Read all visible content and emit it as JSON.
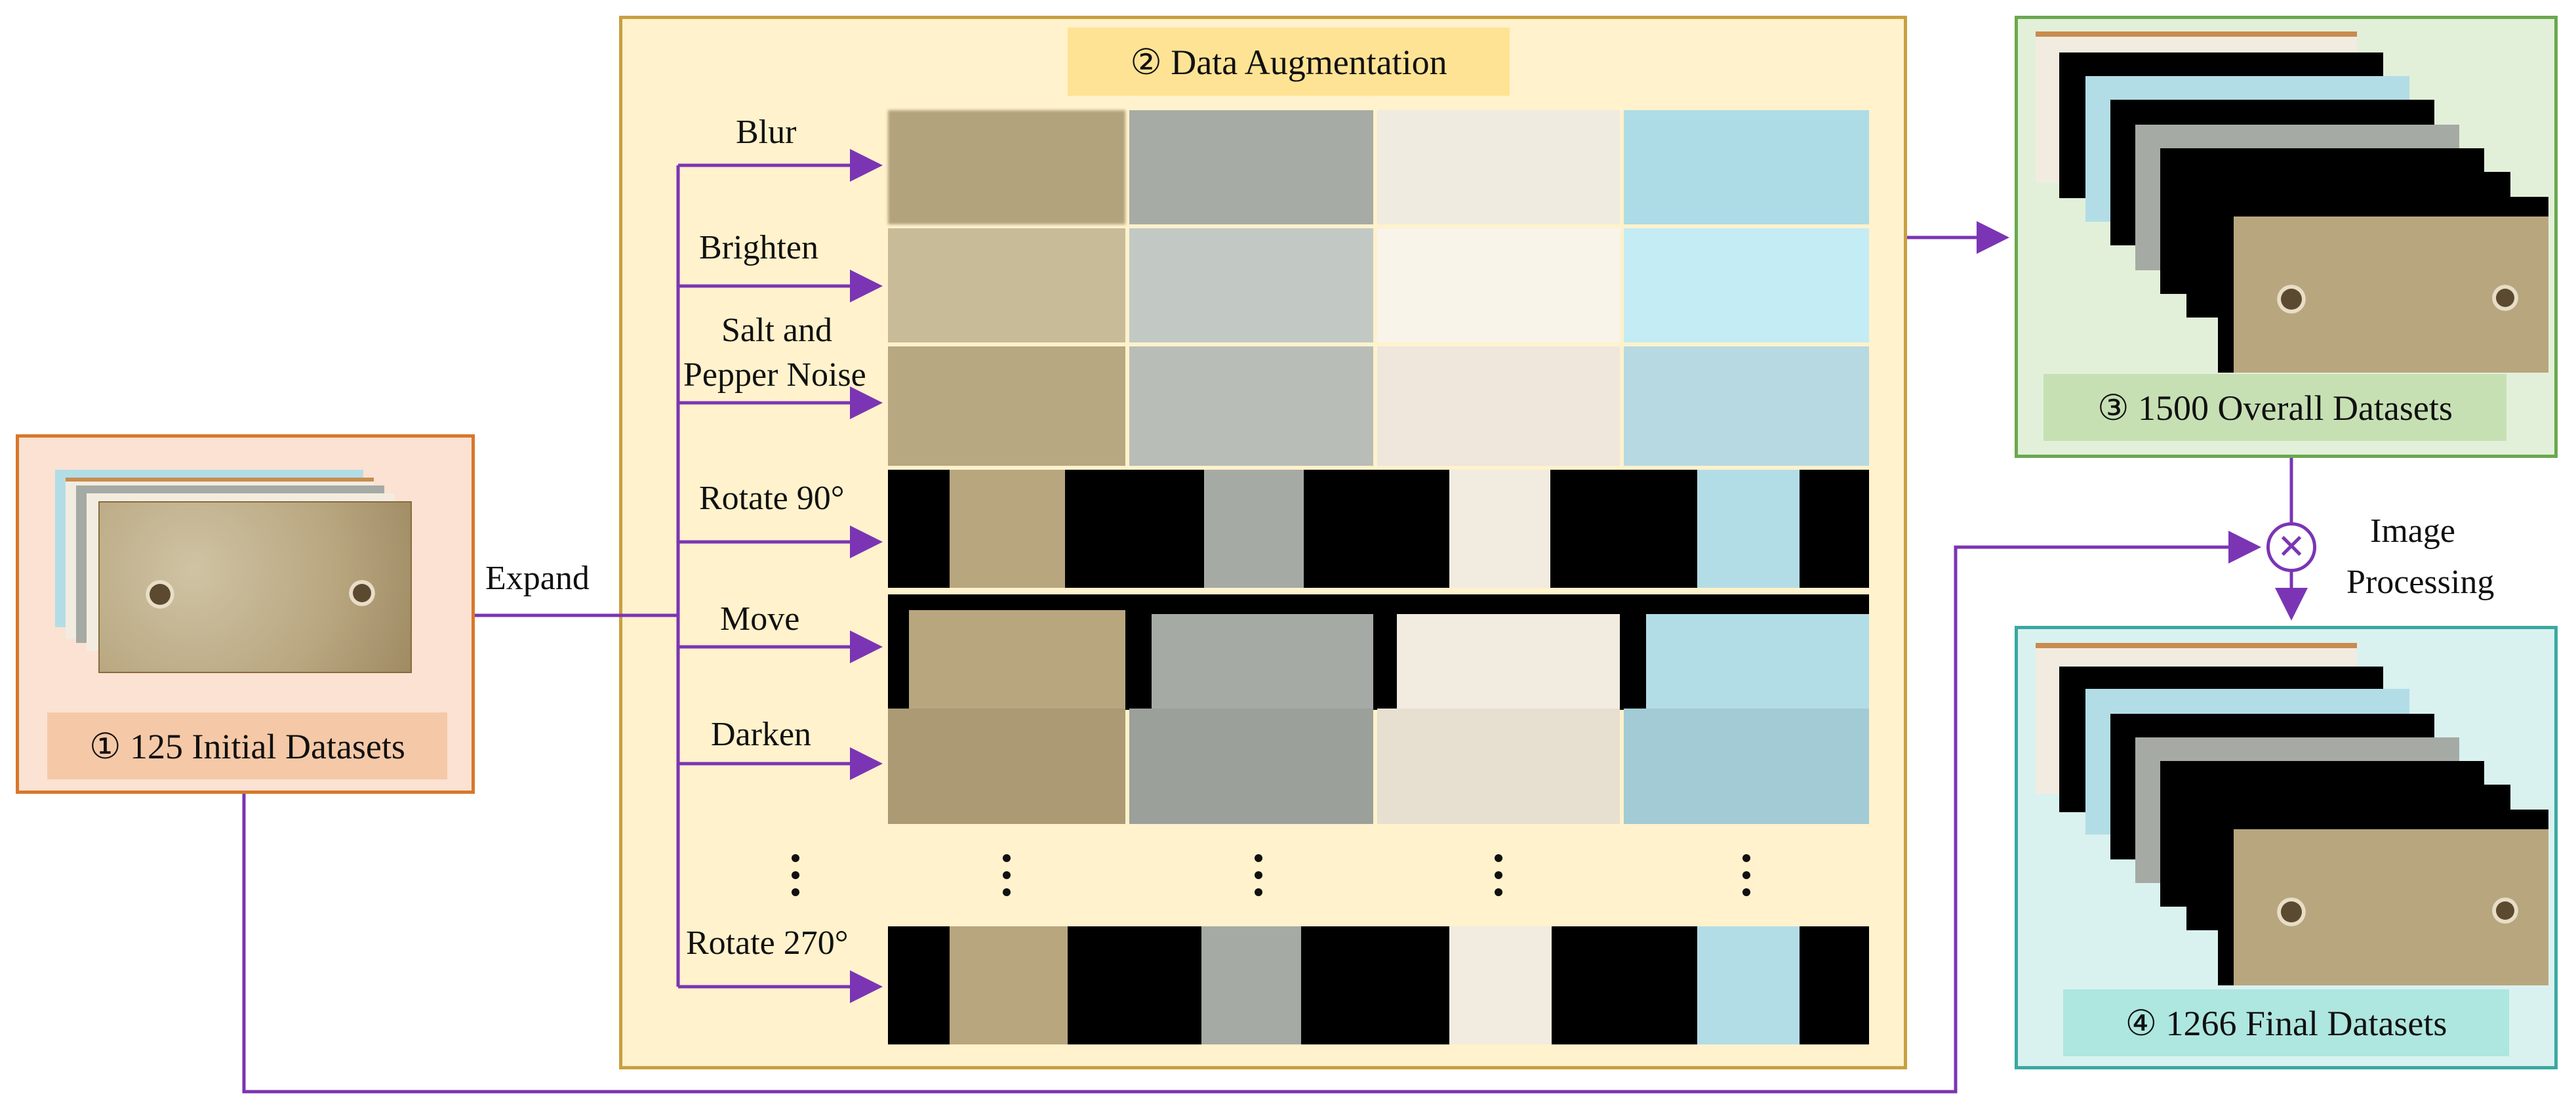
{
  "initial": {
    "label": "① 125 Initial Datasets"
  },
  "augmentation": {
    "title": "② Data Augmentation",
    "methods": [
      {
        "id": "blur",
        "label": "Blur"
      },
      {
        "id": "brighten",
        "label": "Brighten"
      },
      {
        "id": "salt",
        "label_line1": "Salt and",
        "label_line2": "Pepper Noise"
      },
      {
        "id": "rotate90",
        "label": "Rotate 90°"
      },
      {
        "id": "move",
        "label": "Move"
      },
      {
        "id": "darken",
        "label": "Darken"
      },
      {
        "id": "rotate270",
        "label": "Rotate 270°"
      }
    ]
  },
  "expand_label": "Expand",
  "overall": {
    "label": "③ 1500 Overall Datasets"
  },
  "processing": {
    "line1": "Image",
    "line2": "Processing",
    "operator": "⊗"
  },
  "final": {
    "label": "④ 1266 Final Datasets"
  },
  "colors": {
    "arrow": "#7b35b4",
    "initial_border": "#d9772a",
    "initial_fill": "#fbe2d3",
    "aug_border": "#c9a040",
    "aug_fill": "#fff2cc",
    "overall_border": "#6aa84f",
    "overall_fill": "#e2f0d9",
    "final_border": "#3aa8a0",
    "final_fill": "#d9f2f0",
    "rust_plate": "#b8a67f",
    "grey_plate": "#a6aaa4",
    "white_plate": "#f2ece0",
    "blue_plate": "#b3dde6"
  }
}
